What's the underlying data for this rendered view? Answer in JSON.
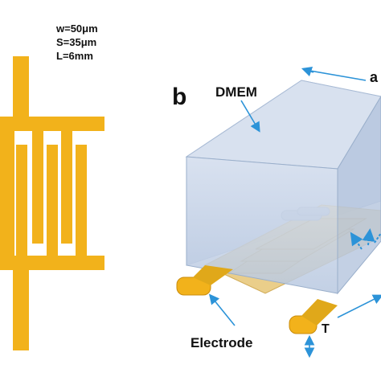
{
  "params": {
    "width": "w=50μm",
    "spacing": "S=35μm",
    "length": "L=6mm"
  },
  "panel_b": {
    "label": "b",
    "medium_label": "DMEM",
    "electrode_label": "Electrode",
    "dimension_a": "a",
    "dimension_t": "T"
  },
  "colors": {
    "gold": "#F2B21B",
    "gold_dark": "#D99A10",
    "box_fill": "#C9D6EA",
    "box_edge": "#9AAFCB",
    "arrow": "#2C93D8"
  }
}
